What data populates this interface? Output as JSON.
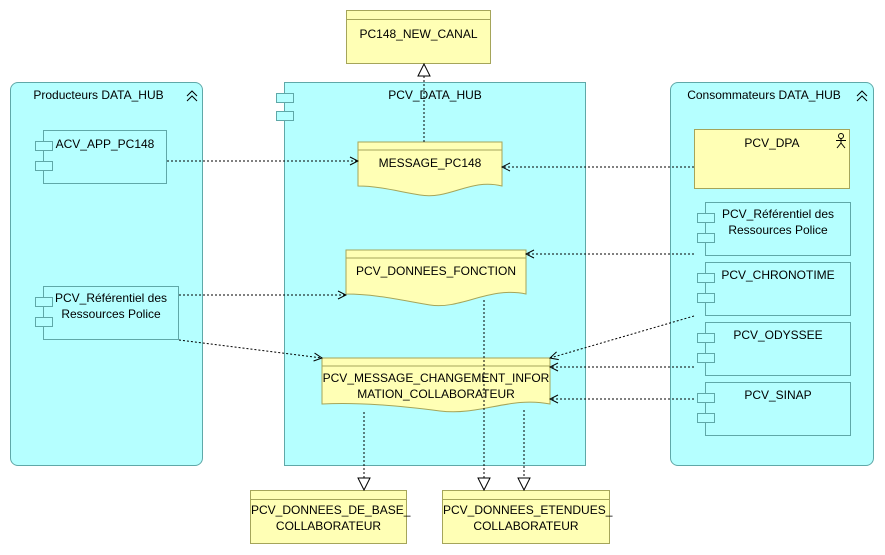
{
  "groups": {
    "producers": "Producteurs DATA_HUB",
    "hub": "PCV_DATA_HUB",
    "consumers": "Consommateurs DATA_HUB"
  },
  "top_object": "PC148_NEW_CANAL",
  "producers": {
    "acv": "ACV_APP_PC148",
    "referentiel_line1": "PCV_Référentiel des",
    "referentiel_line2": "Ressources Police"
  },
  "hub_objects": {
    "message_pc148": "MESSAGE_PC148",
    "donnees_fonction": "PCV_DONNEES_FONCTION",
    "changement_line1": "PCV_MESSAGE_CHANGEMENT_INFOR",
    "changement_line2": "MATION_COLLABORATEUR"
  },
  "consumers": {
    "dpa": "PCV_DPA",
    "referentiel_line1": "PCV_Référentiel des",
    "referentiel_line2": "Ressources Police",
    "chronotime": "PCV_CHRONOTIME",
    "odyssee": "PCV_ODYSSEE",
    "sinap": "PCV_SINAP"
  },
  "bottom_objects": {
    "base_line1": "PCV_DONNEES_DE_BASE_",
    "base_line2": "COLLABORATEUR",
    "etendues_line1": "PCV_DONNEES_ETENDUES_",
    "etendues_line2": "COLLABORATEUR"
  },
  "icons": {
    "collapse": "double-chevron-up-icon",
    "actor": "actor-icon",
    "component": "component-icon",
    "node": "node-icon"
  },
  "colors": {
    "fill_cyan": "#b5ffff",
    "fill_yellow": "#ffffb5"
  }
}
